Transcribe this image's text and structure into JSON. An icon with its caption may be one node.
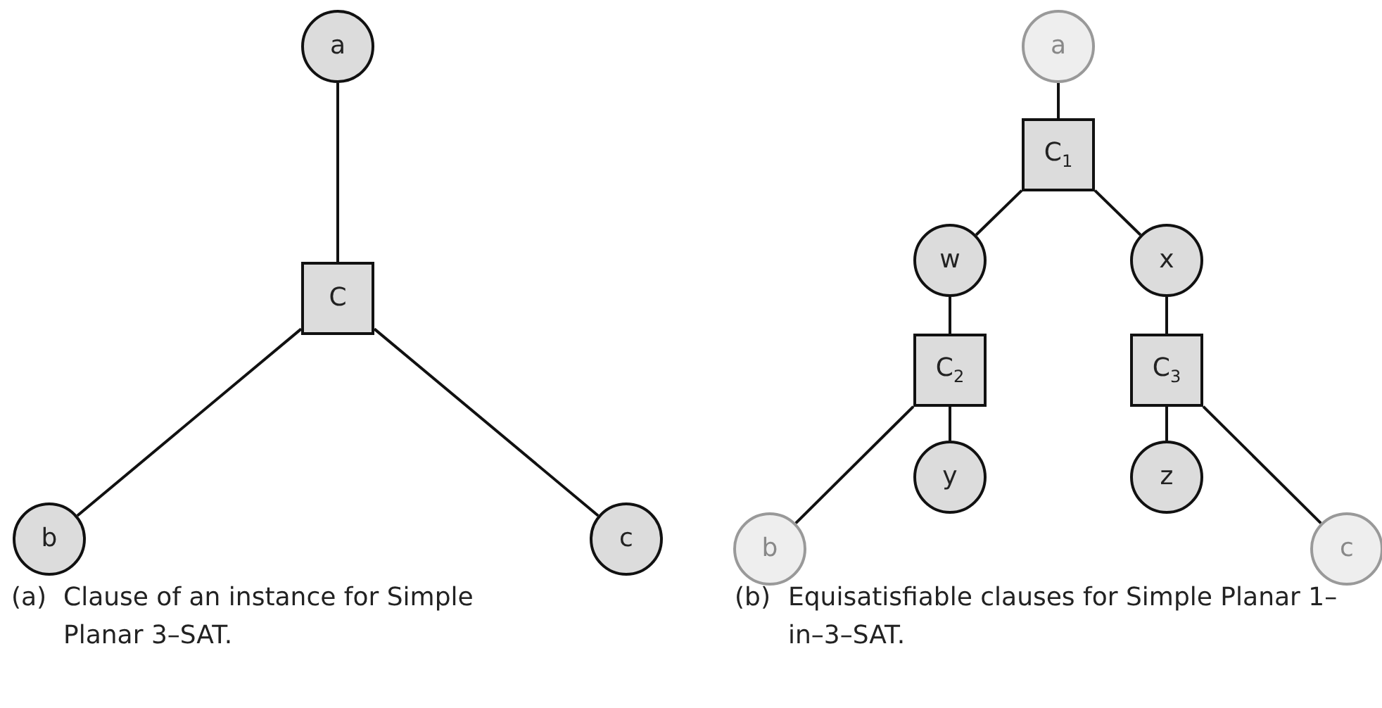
{
  "diagram": {
    "nodes": [
      {
        "text": [
          "a"
        ]
      },
      {
        "text": [
          "C"
        ]
      },
      {
        "text": [
          "b"
        ]
      },
      {
        "text": [
          "c"
        ]
      },
      {
        "text": [
          "a"
        ]
      },
      {
        "text": [
          "C$_{1}$"
        ]
      },
      {
        "text": [
          "w"
        ]
      },
      {
        "text": [
          "x"
        ]
      },
      {
        "text": [
          "C$_{2}$"
        ]
      },
      {
        "text": [
          "C$_{3}$"
        ]
      },
      {
        "text": [
          "y"
        ]
      },
      {
        "text": [
          "z"
        ]
      },
      {
        "text": [
          "b"
        ]
      },
      {
        "text": [
          "c"
        ]
      }
    ],
    "edges": [
      {
        "from": 0,
        "to": 1,
        "arrow": "none"
      },
      {
        "from": 1,
        "to": 2,
        "arrow": "none"
      },
      {
        "from": 1,
        "to": 3,
        "arrow": "none"
      },
      {
        "from": 4,
        "to": 5,
        "arrow": "none"
      },
      {
        "from": 5,
        "to": 6,
        "arrow": "none"
      },
      {
        "from": 5,
        "to": 7,
        "arrow": "none"
      },
      {
        "from": 6,
        "to": 8,
        "arrow": "none"
      },
      {
        "from": 7,
        "to": 9,
        "arrow": "none"
      },
      {
        "from": 8,
        "to": 10,
        "arrow": "none"
      },
      {
        "from": 9,
        "to": 11,
        "arrow": "none"
      },
      {
        "from": 8,
        "to": 12,
        "arrow": "none"
      },
      {
        "from": 9,
        "to": 13,
        "arrow": "none"
      }
    ],
    "labels": [
      "(a)",
      "Clause of an instance for Simple Planar 3–SAT.",
      "(b)",
      "Equisatisfiable clauses for Simple Planar 1–in–3–SAT."
    ]
  }
}
